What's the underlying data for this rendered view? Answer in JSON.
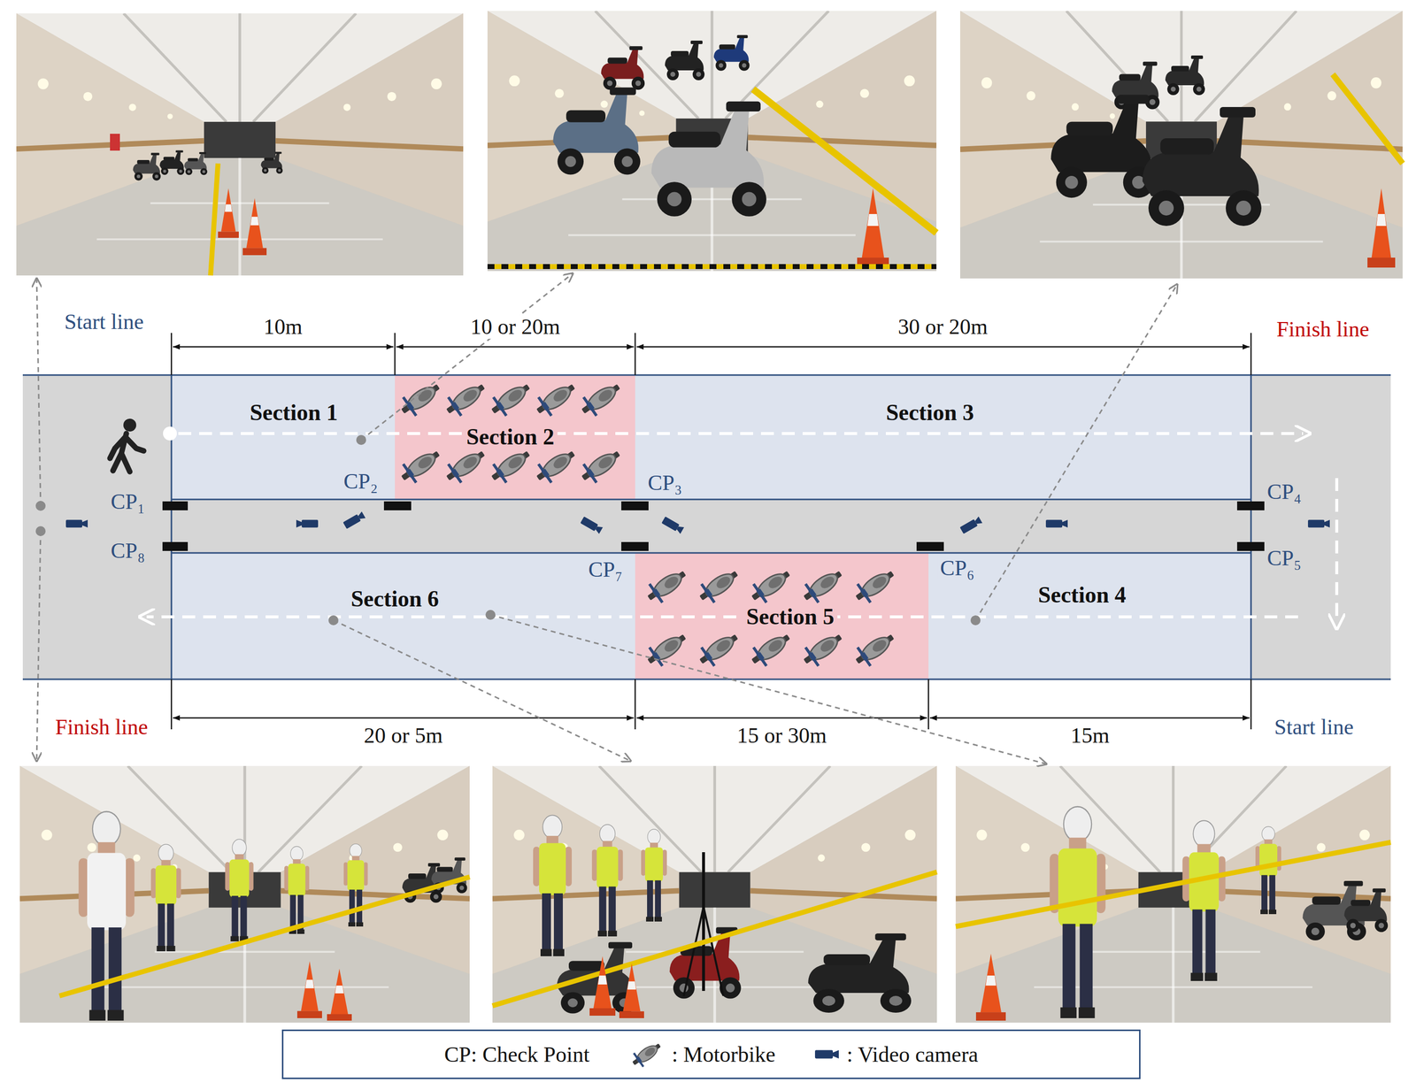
{
  "diagram": {
    "nodes": [
      {
        "text": [
          "Section 1"
        ]
      },
      {
        "text": [
          "Section 2"
        ]
      },
      {
        "text": [
          "Section 3"
        ]
      },
      {
        "text": [
          "Section 4"
        ]
      },
      {
        "text": [
          "Section 5"
        ]
      },
      {
        "text": [
          "Section 6"
        ]
      }
    ],
    "labels": [
      "Start line",
      "10m",
      "10 or 20m",
      "30 or 20m",
      "Finish line",
      "CP₁",
      "CP₂",
      "CP₃",
      "CP₄",
      "CP₈",
      "CP₇",
      "CP₆",
      "CP₅",
      "Finish line",
      "20 or 5m",
      "15 or 30m",
      "15m",
      "Start line"
    ],
    "legend": [
      {
        "text": "CP: Check Point"
      },
      {
        "text": ": Motorbike"
      },
      {
        "text": ": Video camera"
      }
    ]
  }
}
